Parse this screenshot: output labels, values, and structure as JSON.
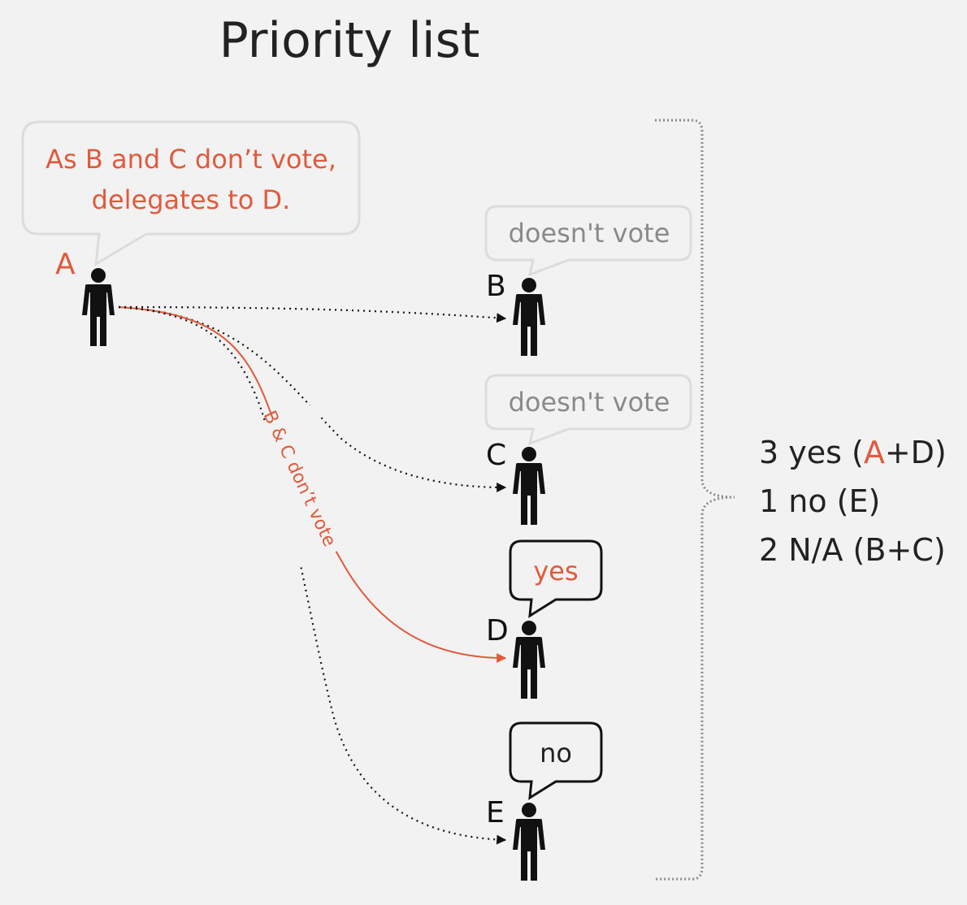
{
  "title": "Priority list",
  "delegator": {
    "letter": "A",
    "bubble_line1": "As B and C don’t vote,",
    "bubble_line2": "delegates to D."
  },
  "voters": [
    {
      "letter": "B",
      "bubble": "doesn't vote"
    },
    {
      "letter": "C",
      "bubble": "doesn't vote"
    },
    {
      "letter": "D",
      "bubble": "yes"
    },
    {
      "letter": "E",
      "bubble": "no"
    }
  ],
  "path_label": "B & C don’t vote",
  "summary": {
    "yes_prefix": "3 yes (",
    "yes_red": "A",
    "yes_suffix": "+D)",
    "no": "1 no (E)",
    "na": "2 N/A (B+C)"
  },
  "colors": {
    "accent": "#e15a3c",
    "inactive": "#8a8a8a",
    "figure": "#111111"
  }
}
